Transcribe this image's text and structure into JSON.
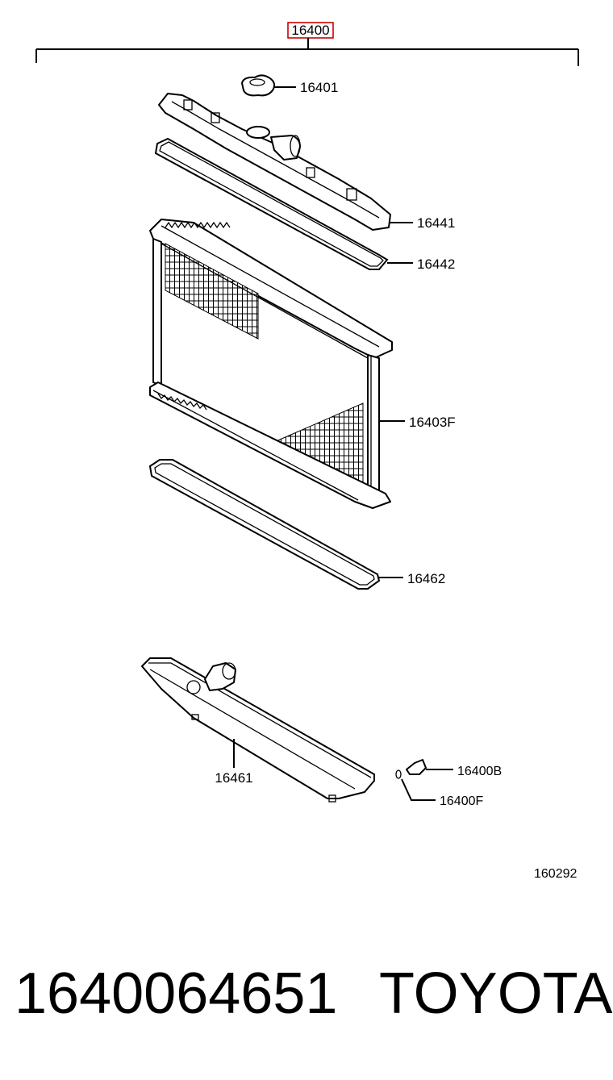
{
  "diagram": {
    "assembly_label": "16400",
    "parts": {
      "cap": "16401",
      "upper_tank": "16441",
      "upper_gasket": "16442",
      "core": "16403F",
      "lower_gasket": "16462",
      "lower_tank": "16461",
      "drain_cock": "16400B",
      "drain_oring": "16400F"
    },
    "figure_number": "160292"
  },
  "footer": {
    "part_number": "1640064651",
    "brand": "TOYOTA"
  },
  "colors": {
    "highlight_box": "#cc0000",
    "ink": "#000000"
  }
}
